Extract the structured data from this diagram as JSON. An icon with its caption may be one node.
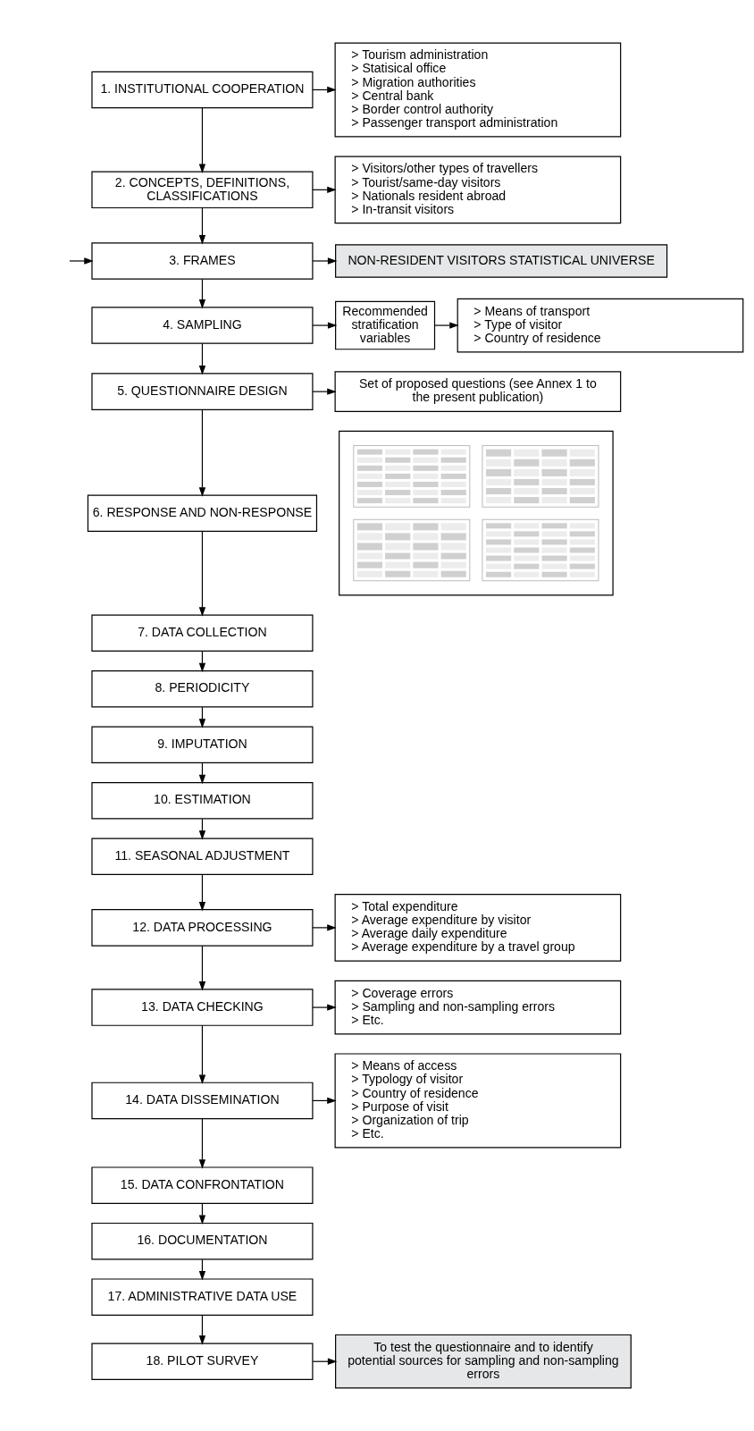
{
  "diagram": {
    "nodes": [
      {
        "text": [
          "1. INSTITUTIONAL COOPERATION"
        ]
      },
      {
        "text": [
          "> Tourism administration",
          "> Statisical office",
          "> Migration authorities",
          "> Central bank",
          "> Border control authority",
          "> Passenger transport administration"
        ]
      },
      {
        "text": [
          "2. CONCEPTS, DEFINITIONS, CLASSIFICATIONS"
        ]
      },
      {
        "text": [
          "> Visitors/other types of travellers",
          "> Tourist/same-day visitors",
          "> Nationals resident abroad",
          "> In-transit visitors"
        ]
      },
      {
        "text": [
          "3. FRAMES"
        ]
      },
      {
        "text": [
          "NON-RESIDENT VISITORS STATISTICAL UNIVERSE"
        ]
      },
      {
        "text": [
          "4. SAMPLING"
        ]
      },
      {
        "text": [
          "Recommended stratification variables"
        ]
      },
      {
        "text": [
          "> Means of transport",
          "> Type of visitor",
          "> Country of residence"
        ]
      },
      {
        "text": [
          "5. QUESTIONNAIRE DESIGN"
        ]
      },
      {
        "text": [
          "Set of proposed questions (see Annex 1 to the present publication)"
        ]
      },
      {
        "text": [
          "6. RESPONSE AND NON-RESPONSE"
        ]
      },
      {
        "text": [],
        "shape": "picture"
      },
      {
        "text": [
          "7. DATA COLLECTION"
        ]
      },
      {
        "text": [
          "8. PERIODICITY"
        ]
      },
      {
        "text": [
          "9. IMPUTATION"
        ]
      },
      {
        "text": [
          "10. ESTIMATION"
        ]
      },
      {
        "text": [
          "11. SEASONAL ADJUSTMENT"
        ]
      },
      {
        "text": [
          "12. DATA PROCESSING"
        ]
      },
      {
        "text": [
          "> Total expenditure",
          "> Average expenditure by visitor",
          "> Average daily expenditure",
          "> Average expenditure by a travel group"
        ]
      },
      {
        "text": [
          "13. DATA CHECKING"
        ]
      },
      {
        "text": [
          "> Coverage errors",
          "> Sampling and non-sampling errors",
          "> Etc."
        ]
      },
      {
        "text": [
          "14. DATA DISSEMINATION"
        ]
      },
      {
        "text": [
          "> Means of access",
          "> Typology of visitor",
          "> Country of residence",
          "> Purpose of visit",
          "> Organization of trip",
          "> Etc."
        ]
      },
      {
        "text": [
          "15. DATA CONFRONTATION"
        ]
      },
      {
        "text": [
          "16. DOCUMENTATION"
        ]
      },
      {
        "text": [
          "17. ADMINISTRATIVE DATA USE"
        ]
      },
      {
        "text": [
          "18. PILOT SURVEY"
        ]
      },
      {
        "text": [
          "To test the questionnaire and to identify potential sources for sampling and non-sampling errors"
        ]
      }
    ],
    "edges": [
      {
        "from": 0,
        "to": 1,
        "arrow": "to"
      },
      {
        "from": 0,
        "to": 2,
        "arrow": "to"
      },
      {
        "from": 2,
        "to": 3,
        "arrow": "to"
      },
      {
        "from": 2,
        "to": 4,
        "arrow": "to"
      },
      {
        "from": null,
        "to": 4,
        "arrow": "to"
      },
      {
        "from": 4,
        "to": 5,
        "arrow": "to"
      },
      {
        "from": 4,
        "to": 6,
        "arrow": "to"
      },
      {
        "from": 6,
        "to": 7,
        "arrow": "to"
      },
      {
        "from": 7,
        "to": 8,
        "arrow": "to"
      },
      {
        "from": 6,
        "to": 9,
        "arrow": "to"
      },
      {
        "from": 9,
        "to": 10,
        "arrow": "to"
      },
      {
        "from": 9,
        "to": 11,
        "arrow": "to"
      },
      {
        "from": 11,
        "to": 13,
        "arrow": "to"
      },
      {
        "from": 13,
        "to": 14,
        "arrow": "to"
      },
      {
        "from": 14,
        "to": 15,
        "arrow": "to"
      },
      {
        "from": 15,
        "to": 16,
        "arrow": "to"
      },
      {
        "from": 16,
        "to": 17,
        "arrow": "to"
      },
      {
        "from": 17,
        "to": 18,
        "arrow": "to"
      },
      {
        "from": 18,
        "to": 19,
        "arrow": "to"
      },
      {
        "from": 18,
        "to": 20,
        "arrow": "to"
      },
      {
        "from": 20,
        "to": 21,
        "arrow": "to"
      },
      {
        "from": 20,
        "to": 22,
        "arrow": "to"
      },
      {
        "from": 22,
        "to": 23,
        "arrow": "to"
      },
      {
        "from": 22,
        "to": 24,
        "arrow": "to"
      },
      {
        "from": 24,
        "to": 25,
        "arrow": "to"
      },
      {
        "from": 25,
        "to": 26,
        "arrow": "to"
      },
      {
        "from": 26,
        "to": 27,
        "arrow": "to"
      },
      {
        "from": 27,
        "to": 28,
        "arrow": "to"
      }
    ]
  }
}
